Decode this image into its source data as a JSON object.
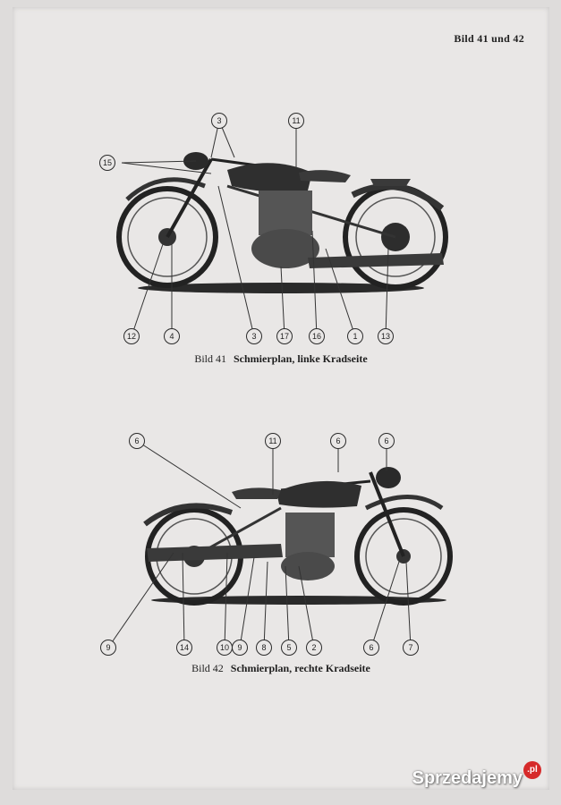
{
  "header": {
    "label": "Bild 41 und 42"
  },
  "figure41": {
    "number": "Bild 41",
    "caption": "Schmierplan, linke Kradseite",
    "callouts": [
      "3",
      "11",
      "15",
      "12",
      "4",
      "3",
      "17",
      "16",
      "1",
      "13"
    ]
  },
  "figure42": {
    "number": "Bild 42",
    "caption": "Schmierplan, rechte Kradseite",
    "callouts": [
      "6",
      "11",
      "6",
      "6",
      "9",
      "14",
      "10",
      "9",
      "8",
      "5",
      "2",
      "6",
      "7"
    ]
  },
  "watermark": {
    "text": "Sprzedajemy",
    "suffix": ".pl"
  },
  "colors": {
    "paper": "#e9e7e6",
    "ink": "#1f1f1f",
    "watermark_dot": "#d62a2a"
  }
}
